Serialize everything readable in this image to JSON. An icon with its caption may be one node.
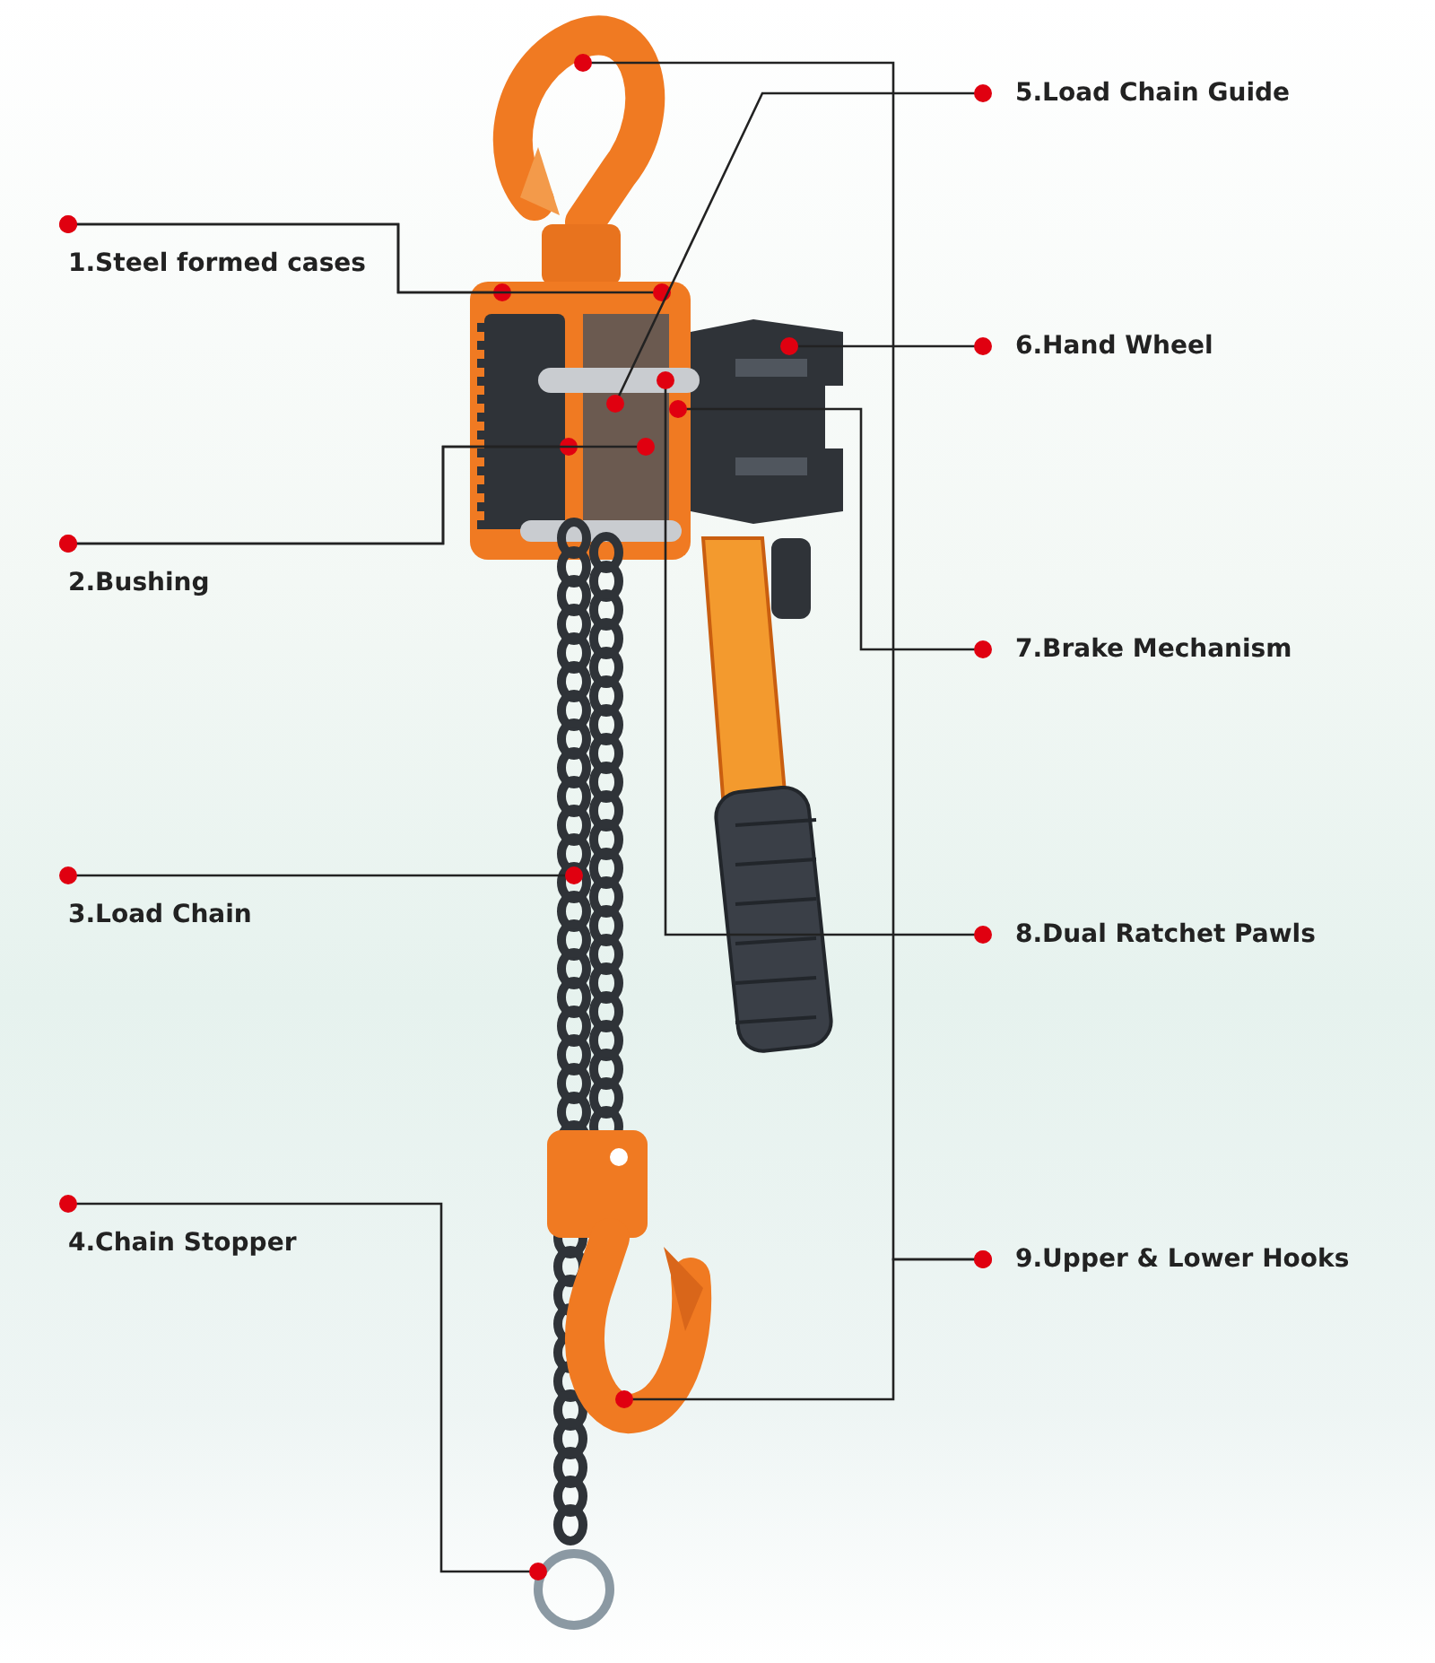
{
  "diagram": {
    "nodes": [
      {
        "text": [
          "1.Steel formed cases"
        ]
      },
      {
        "text": [
          "2.Bushing"
        ]
      },
      {
        "text": [
          "3.Load Chain"
        ]
      },
      {
        "text": [
          "4.Chain Stopper"
        ]
      },
      {
        "text": [
          "5.Load Chain Guide"
        ]
      },
      {
        "text": [
          "6.Hand Wheel"
        ]
      },
      {
        "text": [
          "7.Brake Mechanism"
        ]
      },
      {
        "text": [
          "8.Dual Ratchet Pawls"
        ]
      },
      {
        "text": [
          "9.Upper & Lower Hooks"
        ]
      }
    ],
    "edges": [
      {
        "from": 0,
        "to": null,
        "arrow": "other"
      },
      {
        "from": 0,
        "to": null,
        "arrow": "other"
      },
      {
        "from": 1,
        "to": null,
        "arrow": "other"
      },
      {
        "from": 1,
        "to": null,
        "arrow": "other"
      },
      {
        "from": 2,
        "to": null,
        "arrow": "other"
      },
      {
        "from": 3,
        "to": null,
        "arrow": "other"
      },
      {
        "from": 4,
        "to": null,
        "arrow": "other"
      },
      {
        "from": 5,
        "to": null,
        "arrow": "other"
      },
      {
        "from": 6,
        "to": null,
        "arrow": "other"
      },
      {
        "from": 7,
        "to": null,
        "arrow": "other"
      },
      {
        "from": 8,
        "to": null,
        "arrow": "other"
      },
      {
        "from": 8,
        "to": null,
        "arrow": "other"
      }
    ]
  }
}
